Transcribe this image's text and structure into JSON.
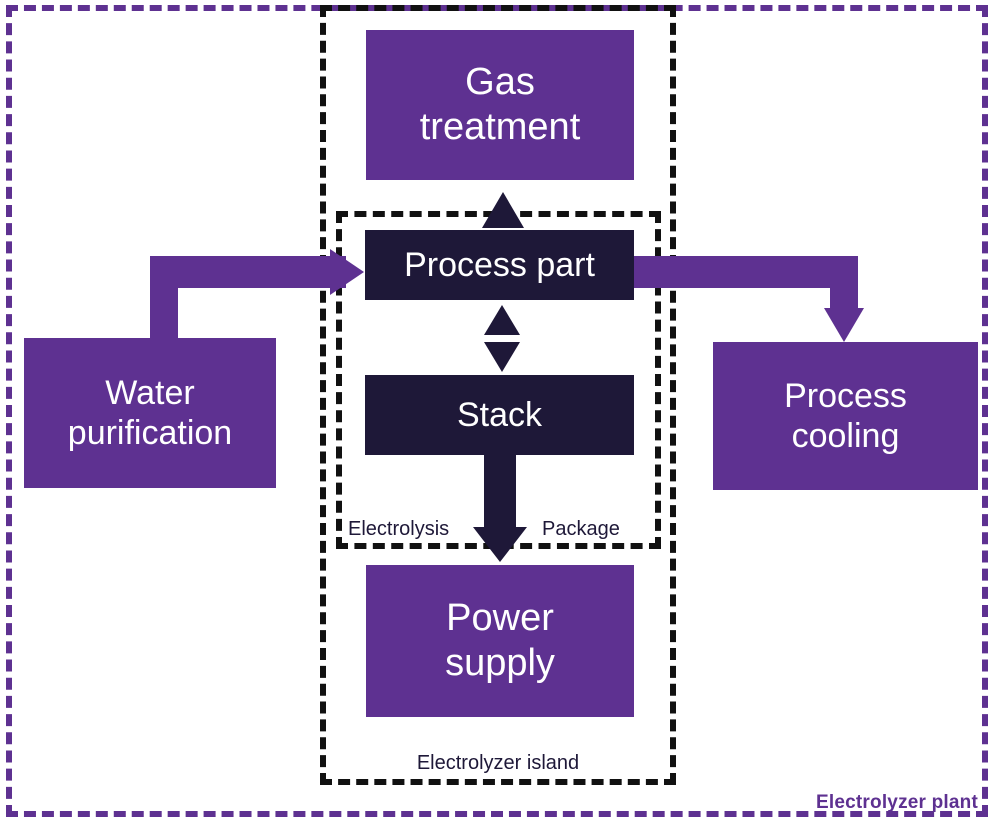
{
  "diagram": {
    "title": "Electrolyzer plant block diagram",
    "colors": {
      "purple": "#5E3191",
      "navy": "#1E1838",
      "background": "#FFFFFF",
      "island_border": "#111111"
    },
    "frames": {
      "plant": {
        "label": "Electrolyzer plant",
        "style": "dashed",
        "color": "#5E3191"
      },
      "island": {
        "label": "Electrolyzer island",
        "style": "dashed",
        "color": "#111111"
      },
      "package": {
        "label_left": "Electrolysis",
        "label_right": "Package",
        "style": "dashed",
        "color": "#111111"
      }
    },
    "blocks": [
      {
        "id": "gas-treatment",
        "label": "Gas\ntreatment",
        "color": "purple",
        "container": "island"
      },
      {
        "id": "process-part",
        "label": "Process part",
        "color": "navy",
        "container": "package"
      },
      {
        "id": "stack",
        "label": "Stack",
        "color": "navy",
        "container": "package"
      },
      {
        "id": "power-supply",
        "label": "Power\nsupply",
        "color": "purple",
        "container": "island"
      },
      {
        "id": "water-purification",
        "label": "Water\npurification",
        "color": "purple",
        "container": "plant"
      },
      {
        "id": "process-cooling",
        "label": "Process\ncooling",
        "color": "purple",
        "container": "plant"
      }
    ],
    "connections": [
      {
        "from": "water-purification",
        "to": "process-part",
        "direction": "one-way",
        "color": "purple"
      },
      {
        "from": "process-part",
        "to": "process-cooling",
        "direction": "one-way",
        "color": "purple"
      },
      {
        "from": "process-part",
        "to": "gas-treatment",
        "direction": "one-way",
        "color": "navy"
      },
      {
        "from": "process-part",
        "to": "stack",
        "direction": "two-way",
        "color": "navy"
      },
      {
        "from": "stack",
        "to": "power-supply",
        "direction": "one-way",
        "color": "navy"
      }
    ],
    "labels": {
      "gas_treatment_line1": "Gas",
      "gas_treatment_line2": "treatment",
      "process_part": "Process part",
      "stack": "Stack",
      "power_supply_line1": "Power",
      "power_supply_line2": "supply",
      "water_purification_line1": "Water",
      "water_purification_line2": "purification",
      "process_cooling_line1": "Process",
      "process_cooling_line2": "cooling",
      "electrolysis": "Electrolysis",
      "package": "Package",
      "electrolyzer_island": "Electrolyzer island",
      "electrolyzer_plant": "Electrolyzer plant"
    }
  }
}
